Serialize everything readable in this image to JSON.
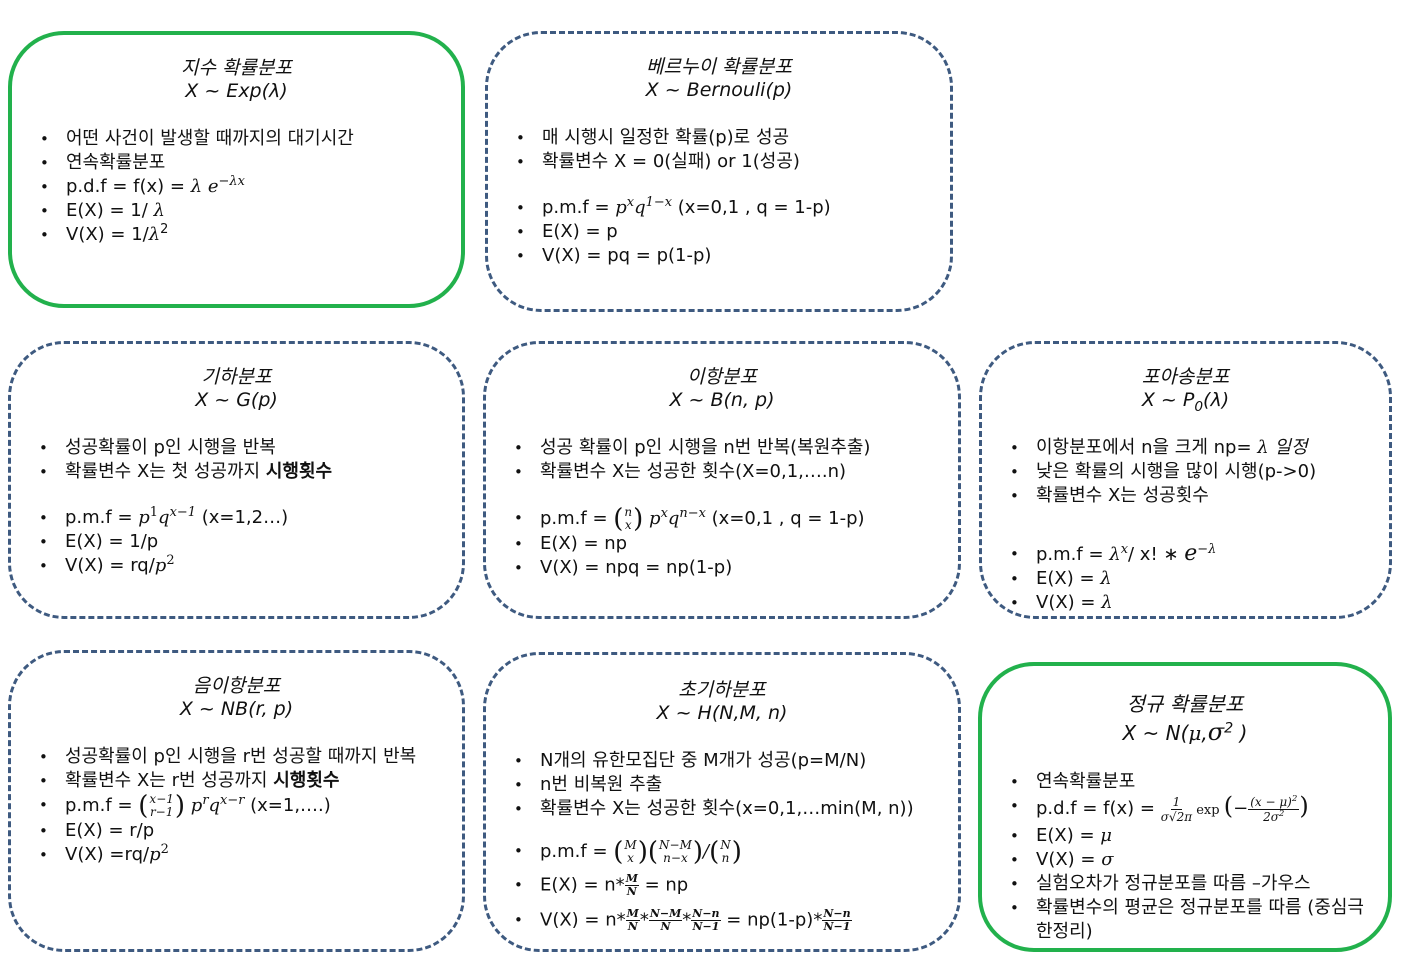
{
  "cards": [
    {
      "id": "exp",
      "title": "지수 확률분포",
      "notation": "X ~ Exp(λ)",
      "items": [
        "어떤 사건이 발생할 때까지의 대기시간",
        "연속확률분포",
        "p.d.f  = f(x) = ",
        "E(X) = 1/ ",
        "V(X) = 1/"
      ],
      "math": {
        "lambda": "λ",
        "e": "e",
        "exp_sup": "−λx",
        "sq": "2"
      }
    },
    {
      "id": "bernoulli",
      "title": "베르누이 확률분포",
      "notation": "X ~ Bernouli(p)",
      "items": [
        "매 시행시 일정한 확률(p)로 성공",
        "확률변수 X = 0(실패)  or 1(성공)",
        "p.m.f  = ",
        " (x=0,1 , q  = 1-p)",
        "E(X) = p",
        "V(X) = pq = p(1-p)"
      ],
      "math": {
        "p": "p",
        "x": "x",
        "q": "q",
        "qexp": "1−x"
      }
    },
    {
      "id": "geometric",
      "title": "기하분포",
      "notation": "X ~ G(p)",
      "items": [
        "성공확률이 p인 시행을 반복",
        "확률변수 X는 첫 성공까지 ",
        "시행횟수",
        "p.m.f  = ",
        " (x=1,2…)",
        "E(X) = 1/p",
        "V(X) = rq/"
      ],
      "math": {
        "p": "p",
        "one": "1",
        "q": "q",
        "qexp": "x−1",
        "two": "2"
      }
    },
    {
      "id": "binomial",
      "title": "이항분포",
      "notation": "X ~ B(n, p)",
      "items": [
        "성공 확률이 p인 시행을 n번 반복(복원추출)",
        "확률변수 X는 성공한 횟수(X=0,1,….n)",
        "p.m.f  = ",
        " (x=0,1 , q  = 1-p)",
        "E(X) = np",
        "V(X) = npq = np(1-p)"
      ],
      "math": {
        "n": "n",
        "x": "x",
        "p": "p",
        "q": "q",
        "qexp": "n−x",
        "lp": "(",
        "rp": ")"
      }
    },
    {
      "id": "poisson",
      "title": "포아송분포",
      "notation_pre": "X ~ P",
      "notation_sub": "0",
      "notation_post": "(λ)",
      "items": [
        "이항분포에서 n을 크게 np= ",
        " 일정",
        "낮은 확률의 시행을 많이 시행(p->0)",
        "확률변수 X는 성공횟수",
        "p.m.f  = ",
        "/ x!   ∗  ",
        "E(X) = ",
        "V(X) = "
      ],
      "math": {
        "lambda": "λ",
        "x": "x",
        "e": "e",
        "eexp": "−λ"
      }
    },
    {
      "id": "negbinomial",
      "title": "음이항분포",
      "notation": "X ~ NB(r, p)",
      "items": [
        "성공확률이 p인 시행을 r번 성공할 때까지 반복",
        "확률변수 X는 r번 성공까지 ",
        "시행횟수",
        "p.m.f  = ",
        " (x=1,….)",
        "E(X) = r/p",
        "V(X)  =rq/"
      ],
      "math": {
        "top": "x−1",
        "bot": "r−1",
        "p": "p",
        "r": "r",
        "q": "q",
        "qexp": "x−r",
        "two": "2",
        "lp": "(",
        "rp": ")"
      }
    },
    {
      "id": "hypergeometric",
      "title": "초기하분포",
      "notation": "X ~ H(N,M, n)",
      "items": [
        "N개의 유한모집단 중 M개가 성공(p=M/N)",
        "n번 비복원 추출",
        "확률변수 X는 성공한 횟수(x=0,1,…min(M, n))",
        "p.m.f  = ",
        "E(X) = n*",
        " = np",
        "V(X) = n*",
        " = np(1-p)*"
      ],
      "math": {
        "M": "M",
        "x": "x",
        "NM": "N−M",
        "nx": "n−x",
        "N": "N",
        "n": "n",
        "Nn": "N−n",
        "N1": "N−1",
        "slash": "/",
        "star": "*",
        "lp": "(",
        "rp": ")"
      }
    },
    {
      "id": "normal",
      "title": "정규 확률분포",
      "notation_pre": "X ~ N(",
      "notation_mu": "μ",
      "notation_comma": ",",
      "notation_sigma": "σ",
      "notation_sq": "2",
      "notation_post": " )",
      "items": [
        "연속확률분포",
        "p.d.f  = f(x) = ",
        "E(X) = ",
        "V(X) = ",
        "실험오차가 정규분포를 따름 –가우스",
        "확률변수의 평균은 정규분포를 따름 (중심극한정리)"
      ],
      "math": {
        "one": "1",
        "sigma": "σ",
        "sqrt": "√2π",
        "exp": "exp",
        "lp": "(",
        "rp": ")",
        "minus": "−",
        "num": "(x − μ)",
        "sq": "2",
        "den": "2σ",
        "mu": "μ"
      }
    }
  ],
  "colors": {
    "dashed_border": "#3e5a80",
    "solid_border": "#22b14c",
    "text": "#111111"
  }
}
